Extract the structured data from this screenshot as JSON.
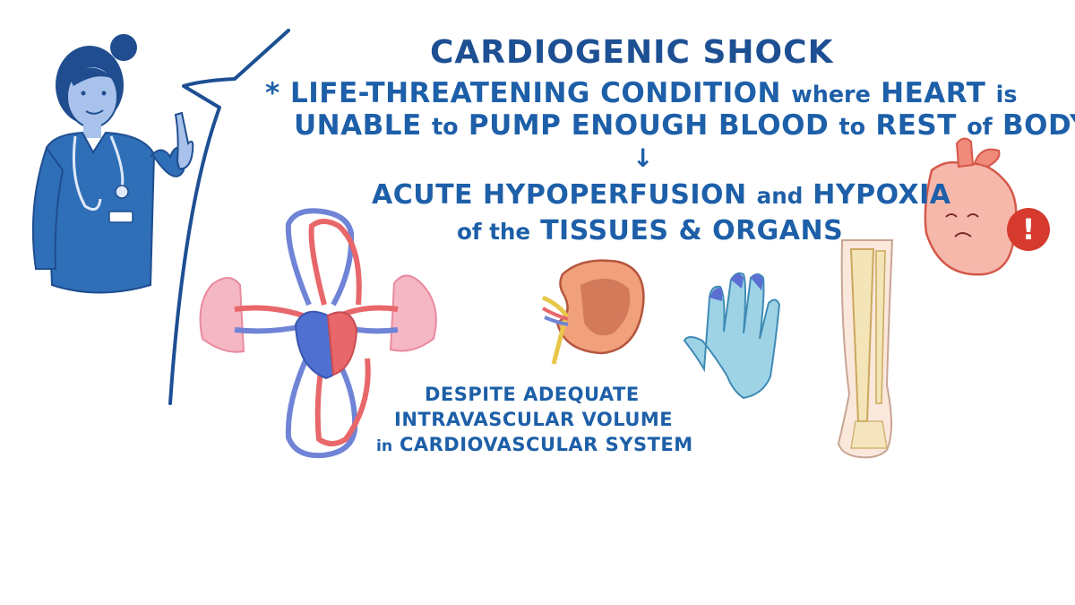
{
  "title": "CARDIOGENIC SHOCK",
  "definition": {
    "bullet": "*",
    "line1_a": "LIFE-THREATENING CONDITION",
    "line1_b": "where",
    "line1_c": "HEART",
    "line1_d": "is",
    "line2_a": "UNABLE",
    "line2_b": "to",
    "line2_c": "PUMP ENOUGH BLOOD",
    "line2_d": "to",
    "line2_e": "REST",
    "line2_f": "of",
    "line2_g": "BODY"
  },
  "arrow": "↓",
  "result": {
    "line1_a": "ACUTE HYPOPERFUSION",
    "line1_b": "and",
    "line1_c": "HYPOXIA",
    "line2_a": "of the",
    "line2_b": "TISSUES & ORGANS"
  },
  "note": {
    "line1": "DESPITE ADEQUATE",
    "line2": "INTRAVASCULAR VOLUME",
    "line3_a": "in",
    "line3_b": "CARDIOVASCULAR SYSTEM"
  },
  "alert_symbol": "!",
  "colors": {
    "text_blue": "#1d5fa8",
    "title_blue": "#1d4f93",
    "scrubs_blue": "#2f6fb8",
    "artery_red": "#e8676a",
    "vein_blue": "#6f84d6",
    "alert_red": "#d63a2f"
  }
}
